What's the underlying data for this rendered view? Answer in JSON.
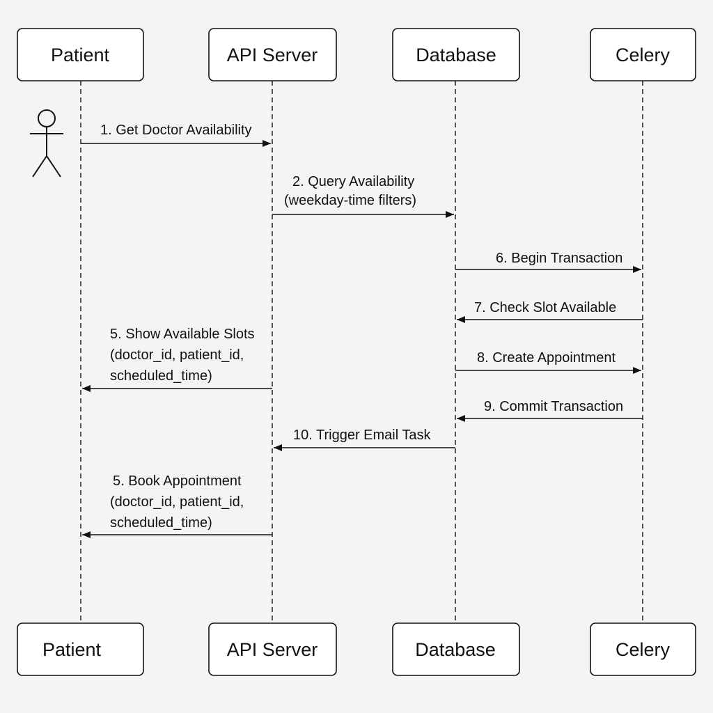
{
  "participants": [
    {
      "id": "patient",
      "label": "Patient"
    },
    {
      "id": "api",
      "label": "API Server"
    },
    {
      "id": "database",
      "label": "Database"
    },
    {
      "id": "celery",
      "label": "Celery"
    }
  ],
  "messages": [
    {
      "id": "m1",
      "from": "patient",
      "to": "api",
      "lines": [
        "1. Get Doctor Availability"
      ]
    },
    {
      "id": "m2",
      "from": "api",
      "to": "database",
      "lines": [
        "2. Query Availability",
        "(weekday-time filters)"
      ]
    },
    {
      "id": "m6",
      "from": "database",
      "to": "celery",
      "lines": [
        "6. Begin Transaction"
      ]
    },
    {
      "id": "m7",
      "from": "celery",
      "to": "database",
      "lines": [
        "7. Check Slot Available"
      ]
    },
    {
      "id": "m5a",
      "from": "api",
      "to": "patient",
      "lines": [
        "5. Show Available Slots",
        "(doctor_id, patient_id,",
        "scheduled_time)"
      ]
    },
    {
      "id": "m8",
      "from": "database",
      "to": "celery",
      "lines": [
        "8. Create Appointment"
      ]
    },
    {
      "id": "m9",
      "from": "celery",
      "to": "database",
      "lines": [
        "9. Commit Transaction"
      ]
    },
    {
      "id": "m10",
      "from": "database",
      "to": "api",
      "lines": [
        "10. Trigger Email Task"
      ]
    },
    {
      "id": "m5b",
      "from": "api",
      "to": "patient",
      "lines": [
        "5. Book Appointment",
        "(doctor_id, patient_id,",
        "scheduled_time)"
      ]
    }
  ]
}
